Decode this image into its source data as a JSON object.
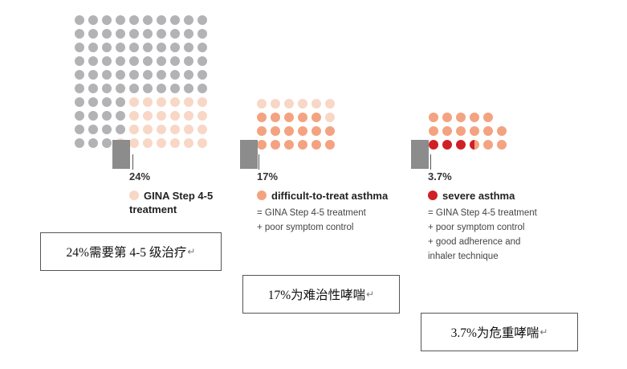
{
  "colors": {
    "gray": "#b3b3b6",
    "light": "#f8d7c6",
    "orange": "#f3a381",
    "red": "#cf2026"
  },
  "groups": [
    {
      "percent": "24%",
      "legend": "GINA Step 4-5 treatment",
      "legend_color": "light",
      "lines": []
    },
    {
      "percent": "17%",
      "legend": "difficult-to-treat asthma",
      "legend_color": "orange",
      "lines": [
        "= GINA Step 4-5 treatment",
        "+ poor symptom control"
      ]
    },
    {
      "percent": "3.7%",
      "legend": "severe asthma",
      "legend_color": "red",
      "lines": [
        "= GINA Step 4-5 treatment",
        "+ poor symptom control",
        "+ good adherence and",
        "inhaler technique"
      ]
    }
  ],
  "captions": [
    {
      "text": "24%需要第 4-5 级治疗",
      "mark": "↵"
    },
    {
      "text": "17%为难治性哮喘",
      "mark": "↵"
    },
    {
      "text": "3.7%为危重哮喘",
      "mark": "↵"
    }
  ]
}
